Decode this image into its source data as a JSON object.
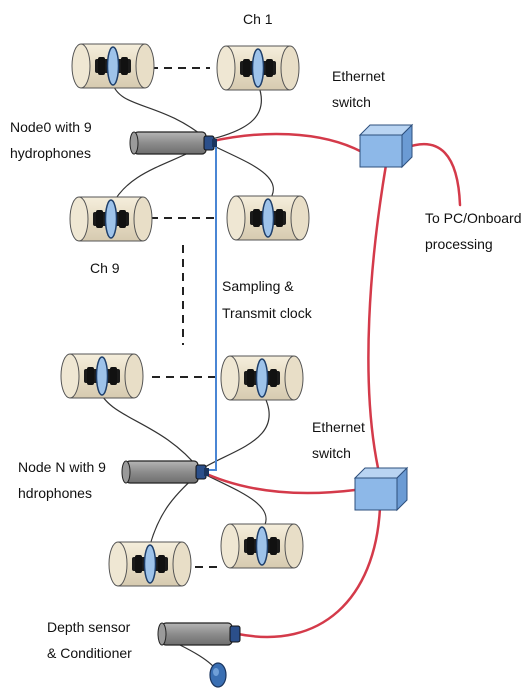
{
  "labels": {
    "ch1": "Ch 1",
    "ch9": "Ch 9",
    "node0_line1": "Node0 with 9",
    "node0_line2": "hydrophones",
    "noden_line1": "Node N with 9",
    "noden_line2": "hdrophones",
    "eth_top_line1": "Ethernet",
    "eth_top_line2": "switch",
    "eth_bottom_line1": "Ethernet",
    "eth_bottom_line2": "switch",
    "pc_line1": "To PC/Onboard",
    "pc_line2": "processing",
    "clock_line1": "Sampling &",
    "clock_line2": "Transmit clock",
    "depth_line1": "Depth sensor",
    "depth_line2": "& Conditioner"
  },
  "colors": {
    "ethernet_cable": "#d43a4a",
    "clock_line": "#4a86d4",
    "switch_fill": "#8db8e8",
    "switch_stroke": "#2d4f7c",
    "hydrophone_body": "#ece3cf",
    "hydrophone_ring": "#9ec3ea",
    "node_body": "#8c8c8c",
    "node_connector": "#2b4f8a",
    "wire": "#333333"
  },
  "icons": {
    "hydrophone": "hydrophone-icon",
    "node": "node-cylinder-icon",
    "switch": "ethernet-switch-icon",
    "depth_sensor": "depth-sensor-icon"
  }
}
